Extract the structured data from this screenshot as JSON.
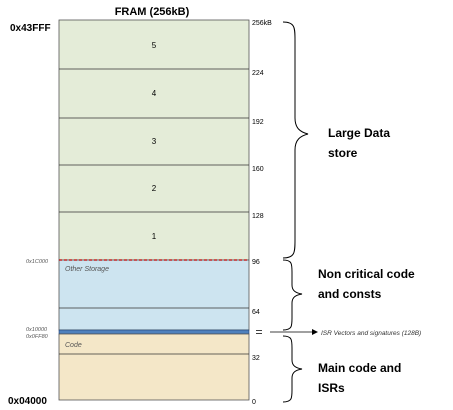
{
  "title": "FRAM (256kB)",
  "addresses": {
    "top": "0x43FFF",
    "bottom": "0x04000",
    "a1c000": "0x1C000",
    "a10000": "0x10000",
    "a0ff80": "0x0FF80"
  },
  "scale": [
    "256kB",
    "224",
    "192",
    "160",
    "128",
    "96",
    "64",
    "32",
    "0"
  ],
  "blocks": [
    "5",
    "4",
    "3",
    "2",
    "1"
  ],
  "regions": {
    "other_storage": "Other Storage",
    "code": "Code"
  },
  "labels": {
    "large_1": "Large Data",
    "large_2": "store",
    "noncrit_1": "Non critical code",
    "noncrit_2": "and consts",
    "main_1": "Main code and",
    "main_2": "ISRs",
    "isr": "ISR Vectors and signatures (128B)"
  },
  "colors": {
    "data_fill": "#e4ecd8",
    "storage_fill": "#cde4f0",
    "code_fill": "#f4e7c8",
    "vector_fill": "#4f81bd",
    "boundary": "#c00000"
  }
}
